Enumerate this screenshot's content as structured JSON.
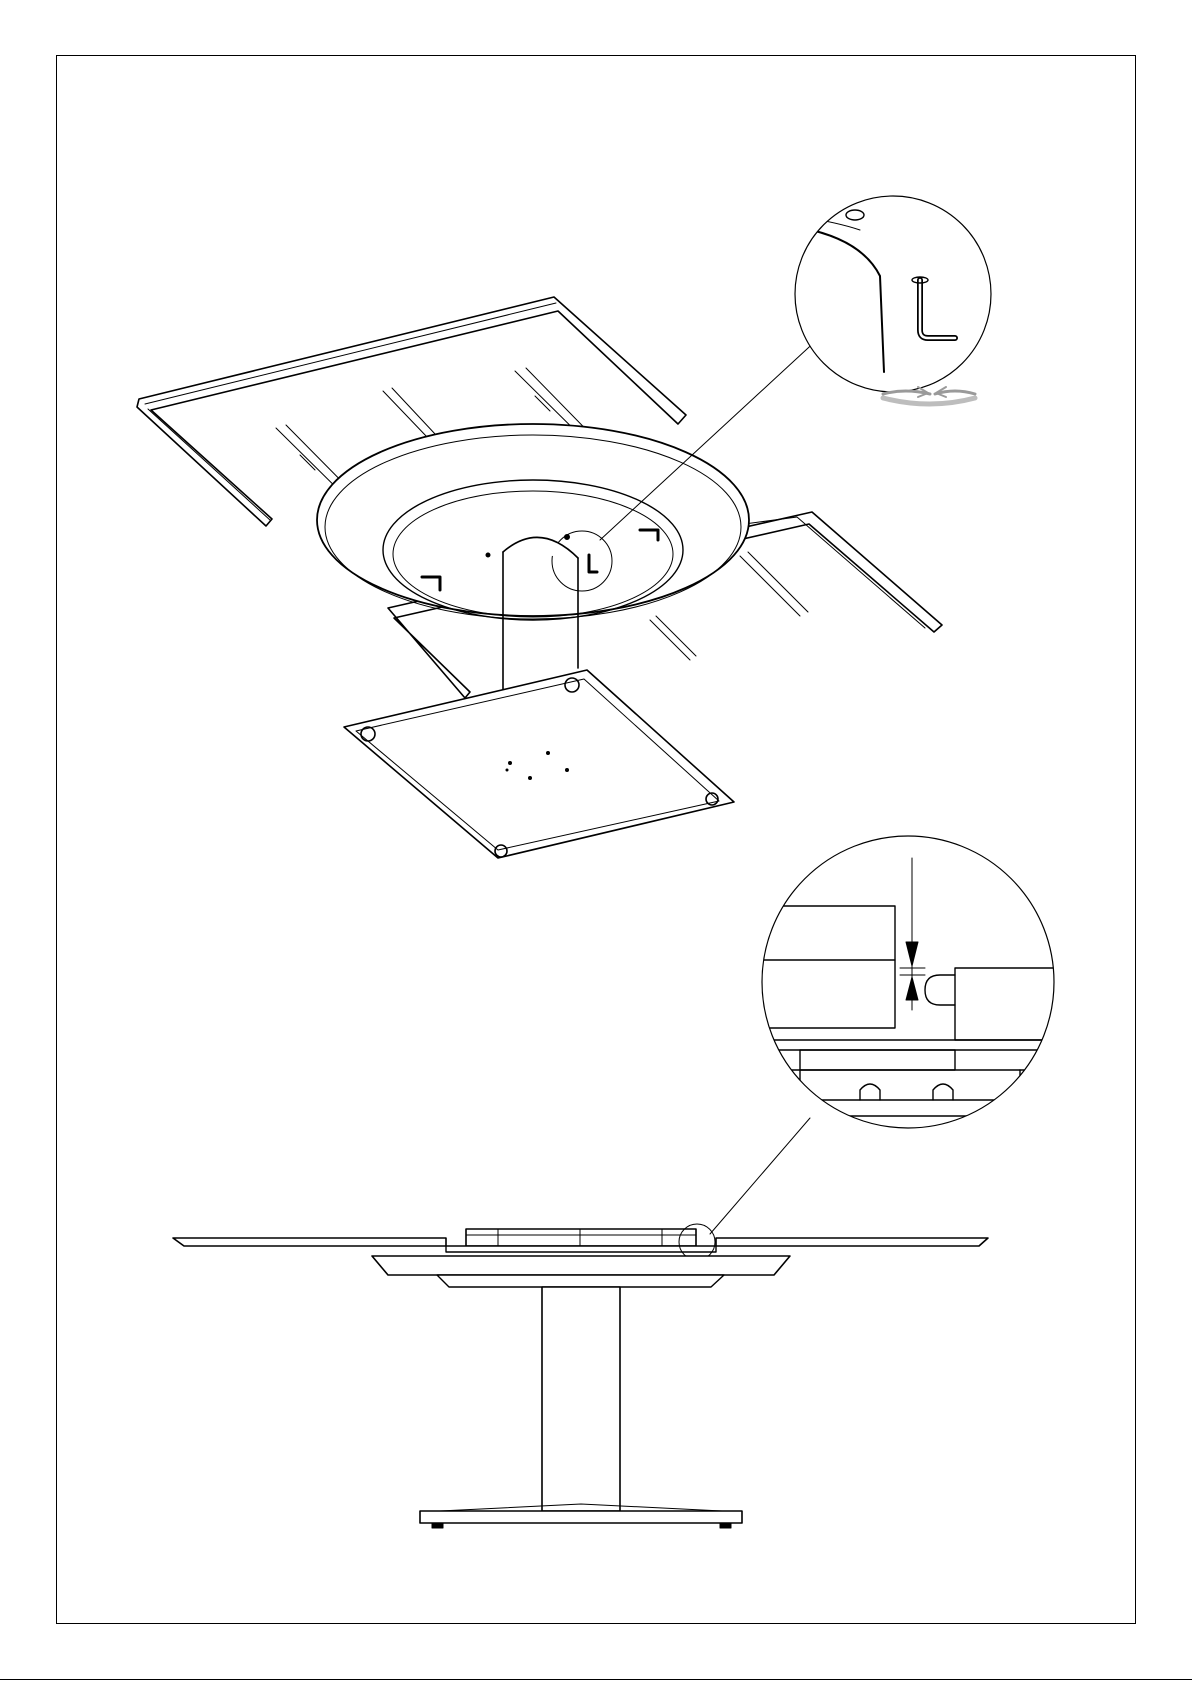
{
  "document": {
    "type": "assembly-instruction-page",
    "page_number": ""
  },
  "figures": [
    {
      "id": "extension-table-underside",
      "icon": "table-underside-view"
    },
    {
      "id": "hex-key-detail",
      "icon": "allen-key-turn-icon"
    },
    {
      "id": "leaf-alignment-detail",
      "icon": "gap-alignment-arrows-icon"
    },
    {
      "id": "table-side-view",
      "icon": "table-side-elevation"
    }
  ],
  "colors": {
    "line": "#000000",
    "background": "#ffffff",
    "rotation_arrow": "#9a9a9a"
  }
}
